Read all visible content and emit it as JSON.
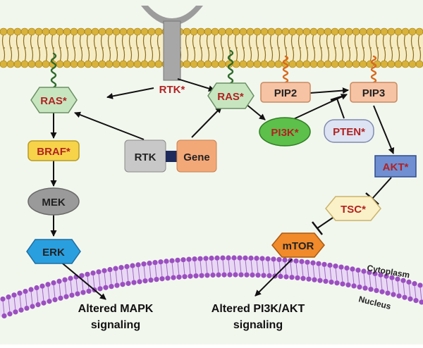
{
  "nodes": {
    "rtk_receptor": "RTK*",
    "ras_left": "RAS*",
    "ras_right": "RAS*",
    "braf": "BRAF*",
    "mek": "MEK",
    "erk": "ERK",
    "rtk_fusion_left": "RTK",
    "rtk_fusion_right": "Gene",
    "pip2": "PIP2",
    "pip3": "PIP3",
    "pi3k": "PI3K*",
    "pten": "PTEN*",
    "akt": "AKT*",
    "tsc": "TSC*",
    "mtor": "mTOR"
  },
  "outputs": {
    "mapk_line1": "Altered MAPK",
    "mapk_line2": "signaling",
    "pi3k_line1": "Altered PI3K/AKT",
    "pi3k_line2": "signaling"
  },
  "compartments": {
    "cytoplasm": "Cytoplasm",
    "nucleus": "Nucleus"
  },
  "colors": {
    "background": "#f2f7ee",
    "membrane_head": "#d8b23a",
    "membrane_tail": "#8a6d1c",
    "nuclear_membrane": "#9b4fc0",
    "ras_fill": "#c7e6c0",
    "braf_fill": "#f7d34a",
    "mek_fill": "#9a9a9a",
    "erk_fill": "#2a9fe0",
    "pi3k_fill": "#5cc04a",
    "pip_fill": "#f6c3a4",
    "pten_fill": "#dde3f2",
    "akt_fill": "#6f8fd2",
    "tsc_fill": "#fbf1c8",
    "mtor_fill": "#f08a2a",
    "gene_fill": "#f3a878",
    "rtk_fill": "#c8c8c8",
    "label_red": "#b22222",
    "label_dark": "#222222"
  }
}
